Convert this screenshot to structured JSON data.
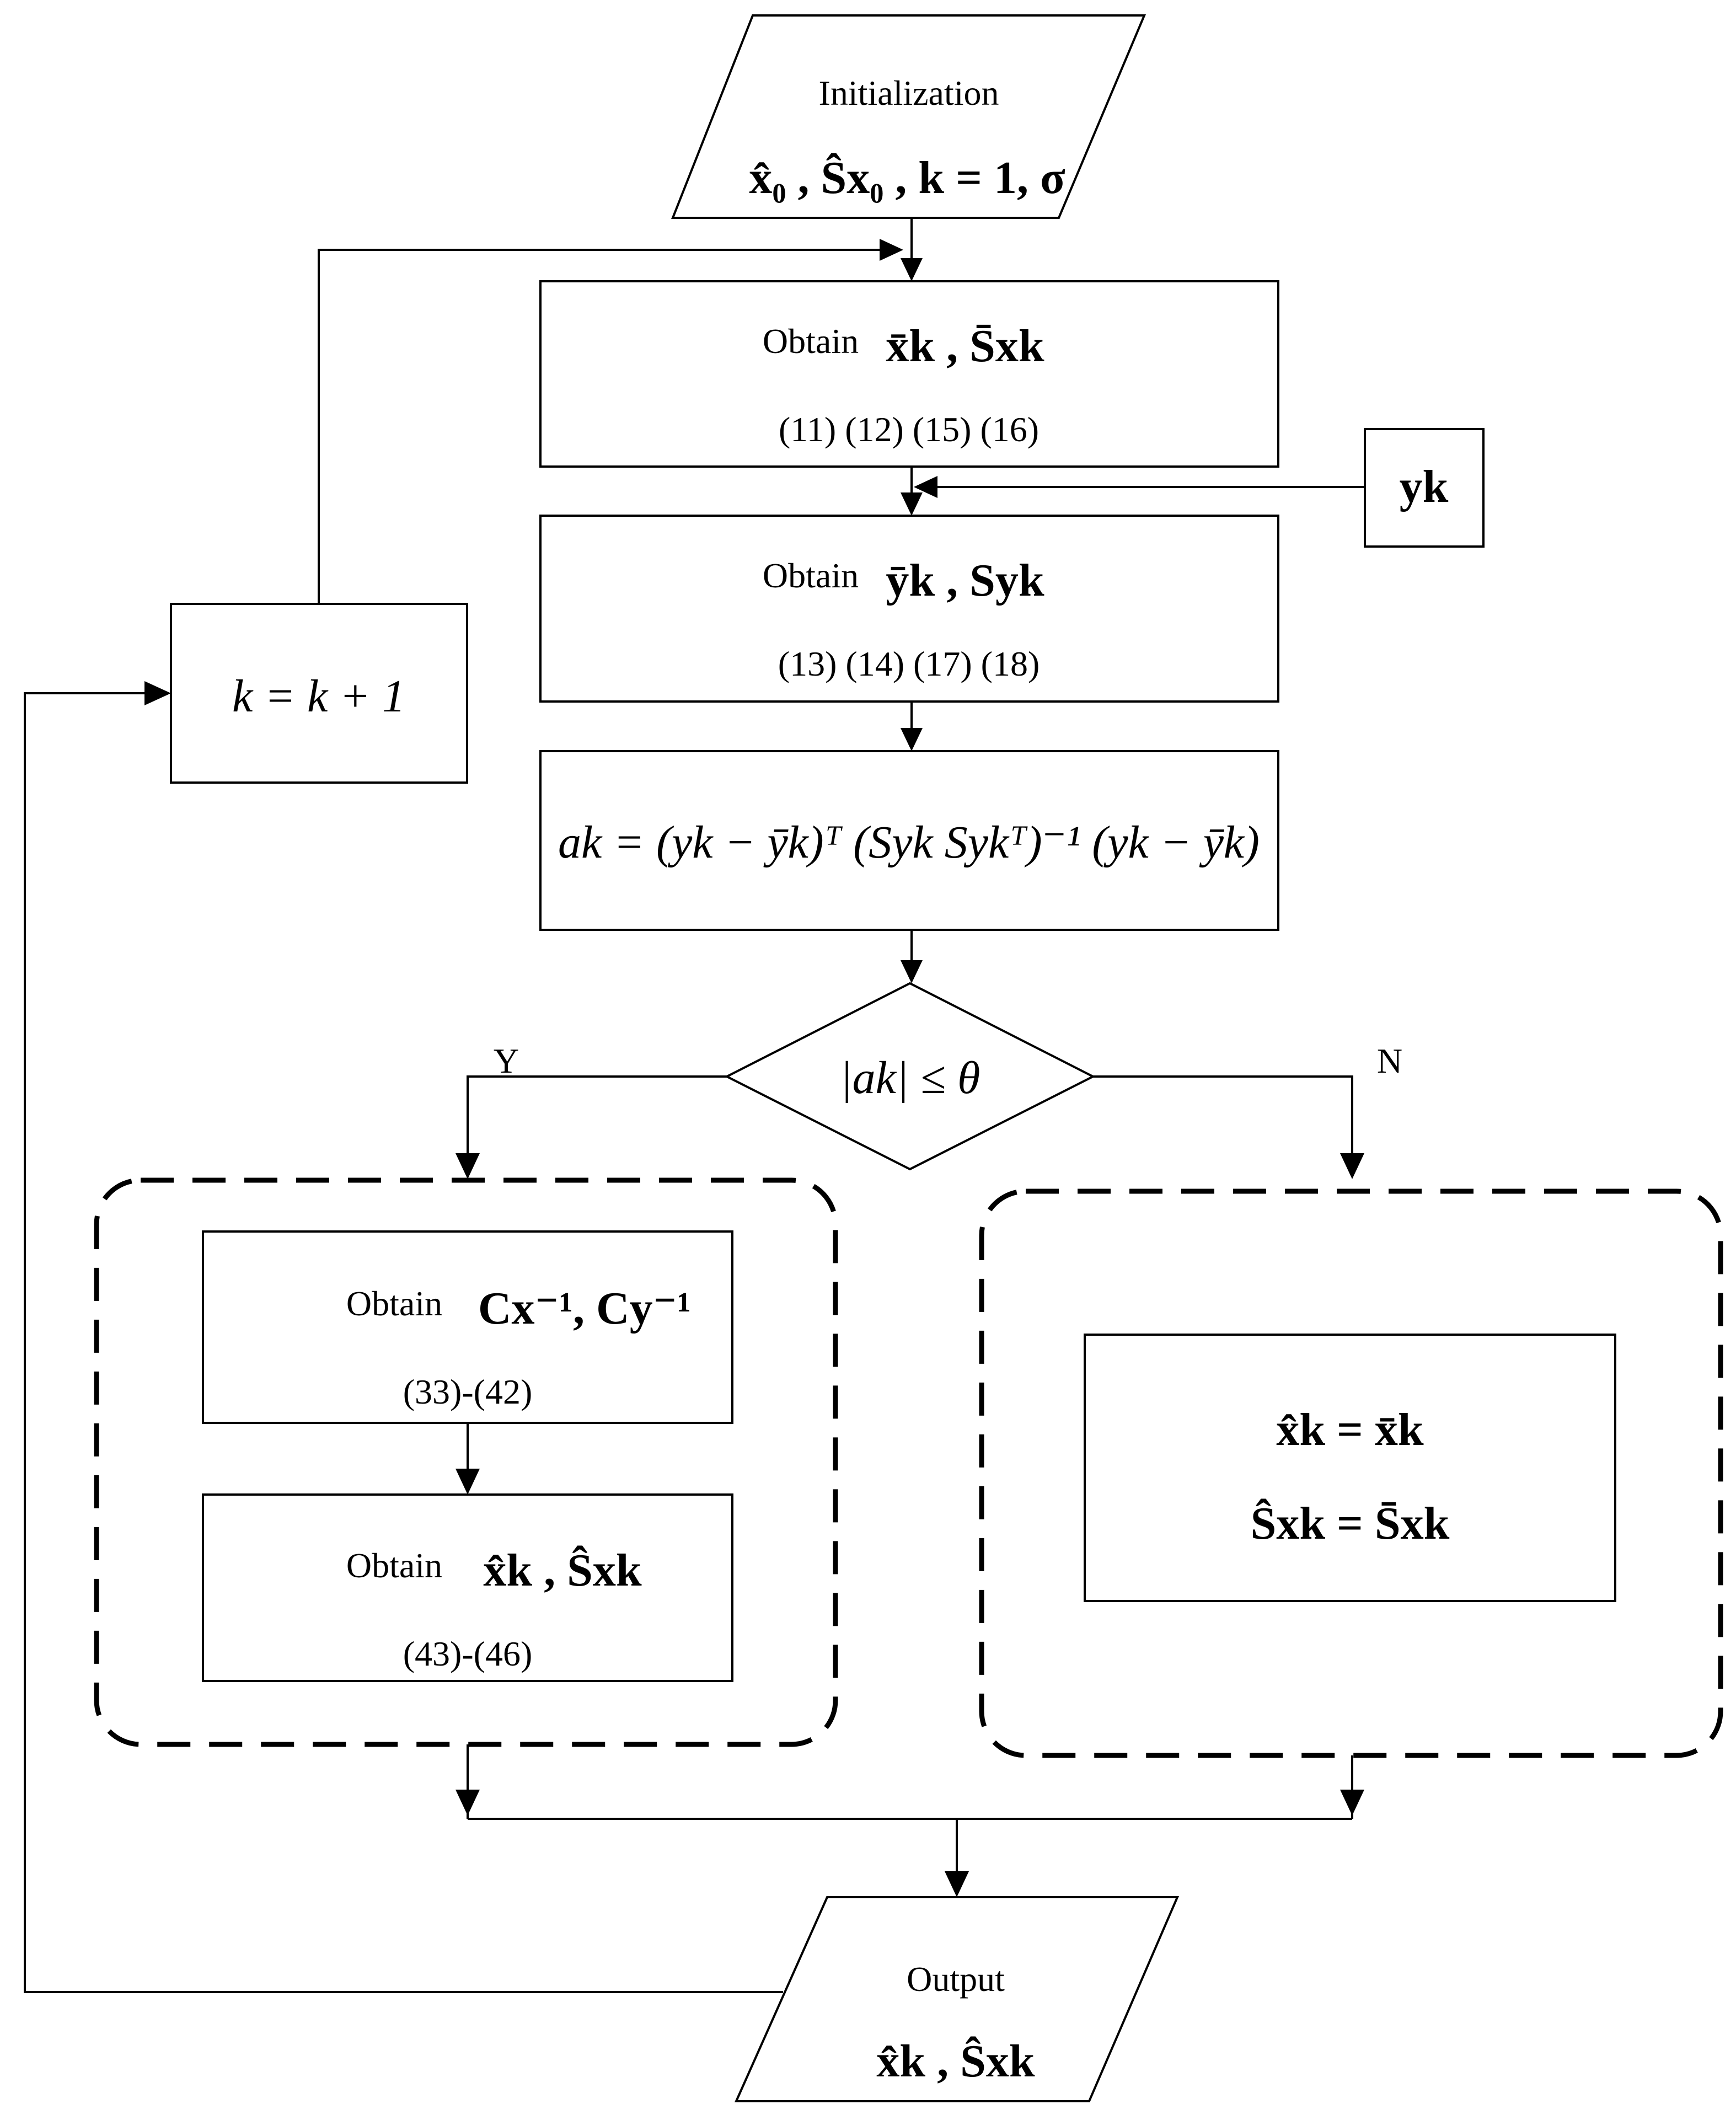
{
  "nodes": {
    "init": {
      "label": "Initialization",
      "params": "x̂₀ ,  Ŝx₀ ,  k = 1,  σ"
    },
    "predict_x": {
      "label": "Obtain",
      "math": "x̄k ,  S̄xk",
      "eqns": "(11) (12) (15) (16)"
    },
    "measurement": {
      "math": "yk"
    },
    "predict_y": {
      "label": "Obtain",
      "math": "ȳk ,  Syk",
      "eqns": "(13) (14) (17) (18)"
    },
    "test_stat": {
      "math": "ak = (yk − ȳk)ᵀ (Syk Sykᵀ)⁻¹ (yk − ȳk)"
    },
    "decision": {
      "math": "|ak| ≤ θ",
      "yes_label": "Y",
      "no_label": "N"
    },
    "cov_inv": {
      "label": "Obtain",
      "math": "Cx⁻¹,  Cy⁻¹",
      "eqns": "(33)-(42)"
    },
    "update_yes": {
      "label": "Obtain",
      "math": "x̂k , Ŝxk",
      "eqns": "(43)-(46)"
    },
    "update_no": {
      "line1": "x̂k  = x̄k",
      "line2": "Ŝxk  = S̄xk"
    },
    "increment": {
      "math": "k = k + 1"
    },
    "output": {
      "label": "Output",
      "math": "x̂k , Ŝxk"
    }
  }
}
